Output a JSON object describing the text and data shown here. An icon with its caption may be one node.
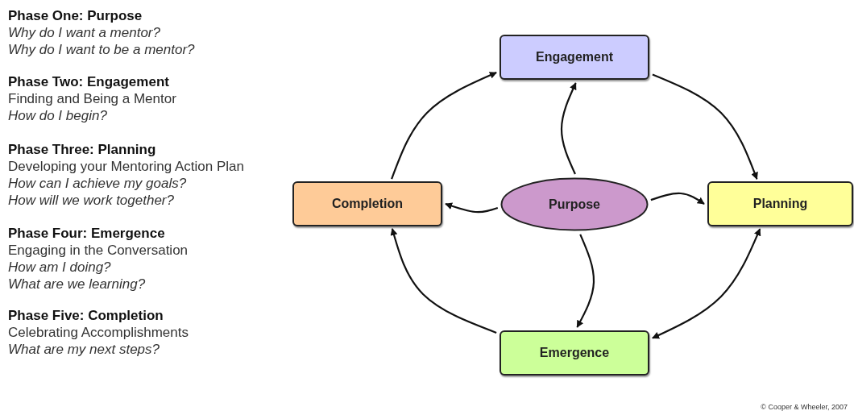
{
  "diagram": {
    "nodes": [
      {
        "text": [
          "Engagement"
        ]
      },
      {
        "text": [
          "Completion"
        ]
      },
      {
        "text": [
          "Purpose"
        ]
      },
      {
        "text": [
          "Planning"
        ]
      },
      {
        "text": [
          "Emergence"
        ]
      }
    ],
    "edges": [
      {
        "from": 0,
        "to": 3,
        "arrow": "to"
      },
      {
        "from": 3,
        "to": 4,
        "arrow": "both"
      },
      {
        "from": 4,
        "to": 1,
        "arrow": "to"
      },
      {
        "from": 1,
        "to": 0,
        "arrow": "to"
      },
      {
        "from": 2,
        "to": 0,
        "arrow": "to"
      },
      {
        "from": 2,
        "to": 1,
        "arrow": "to"
      },
      {
        "from": 2,
        "to": 3,
        "arrow": "to"
      },
      {
        "from": 2,
        "to": 4,
        "arrow": "to"
      }
    ],
    "labels": [
      "Phase One: Purpose",
      "Why do I want a mentor?",
      "Why do I want to be a mentor?",
      "Phase Two: Engagement",
      "Finding and Being a Mentor",
      "How do I begin?",
      "Phase Three: Planning",
      "Developing your Mentoring Action Plan",
      "How can I achieve my goals?",
      "How will we work together?",
      "Phase Four: Emergence",
      "Engaging in the Conversation",
      "How am I doing?",
      "What are we learning?",
      "Phase Five: Completion",
      "Celebrating Accomplishments",
      "What are my next steps?",
      "© Cooper & Wheeler, 2007"
    ]
  }
}
